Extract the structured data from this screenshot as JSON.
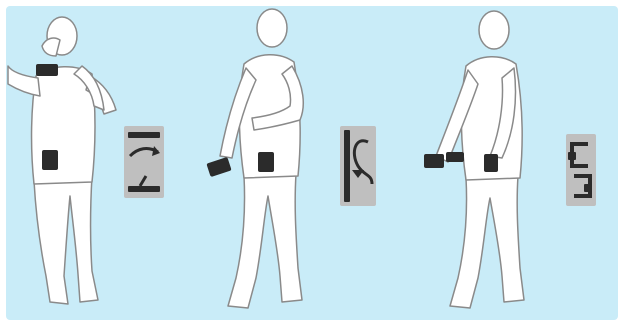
{
  "figure": {
    "background_color": "#c9ecf8",
    "figure_fill": "#ffffff",
    "figure_stroke": "#8a8a8a",
    "block_color": "#2b2b2b",
    "pictogram_bg": "#bfbfbf",
    "poses": [
      {
        "name": "pose-1-elbows-raised",
        "pictogram": "pictogram-up-down-arrows"
      },
      {
        "name": "pose-2-arm-across-body",
        "pictogram": "pictogram-curved-arrow-left"
      },
      {
        "name": "pose-3-arms-forward",
        "pictogram": "pictogram-loop-arrows"
      }
    ]
  }
}
